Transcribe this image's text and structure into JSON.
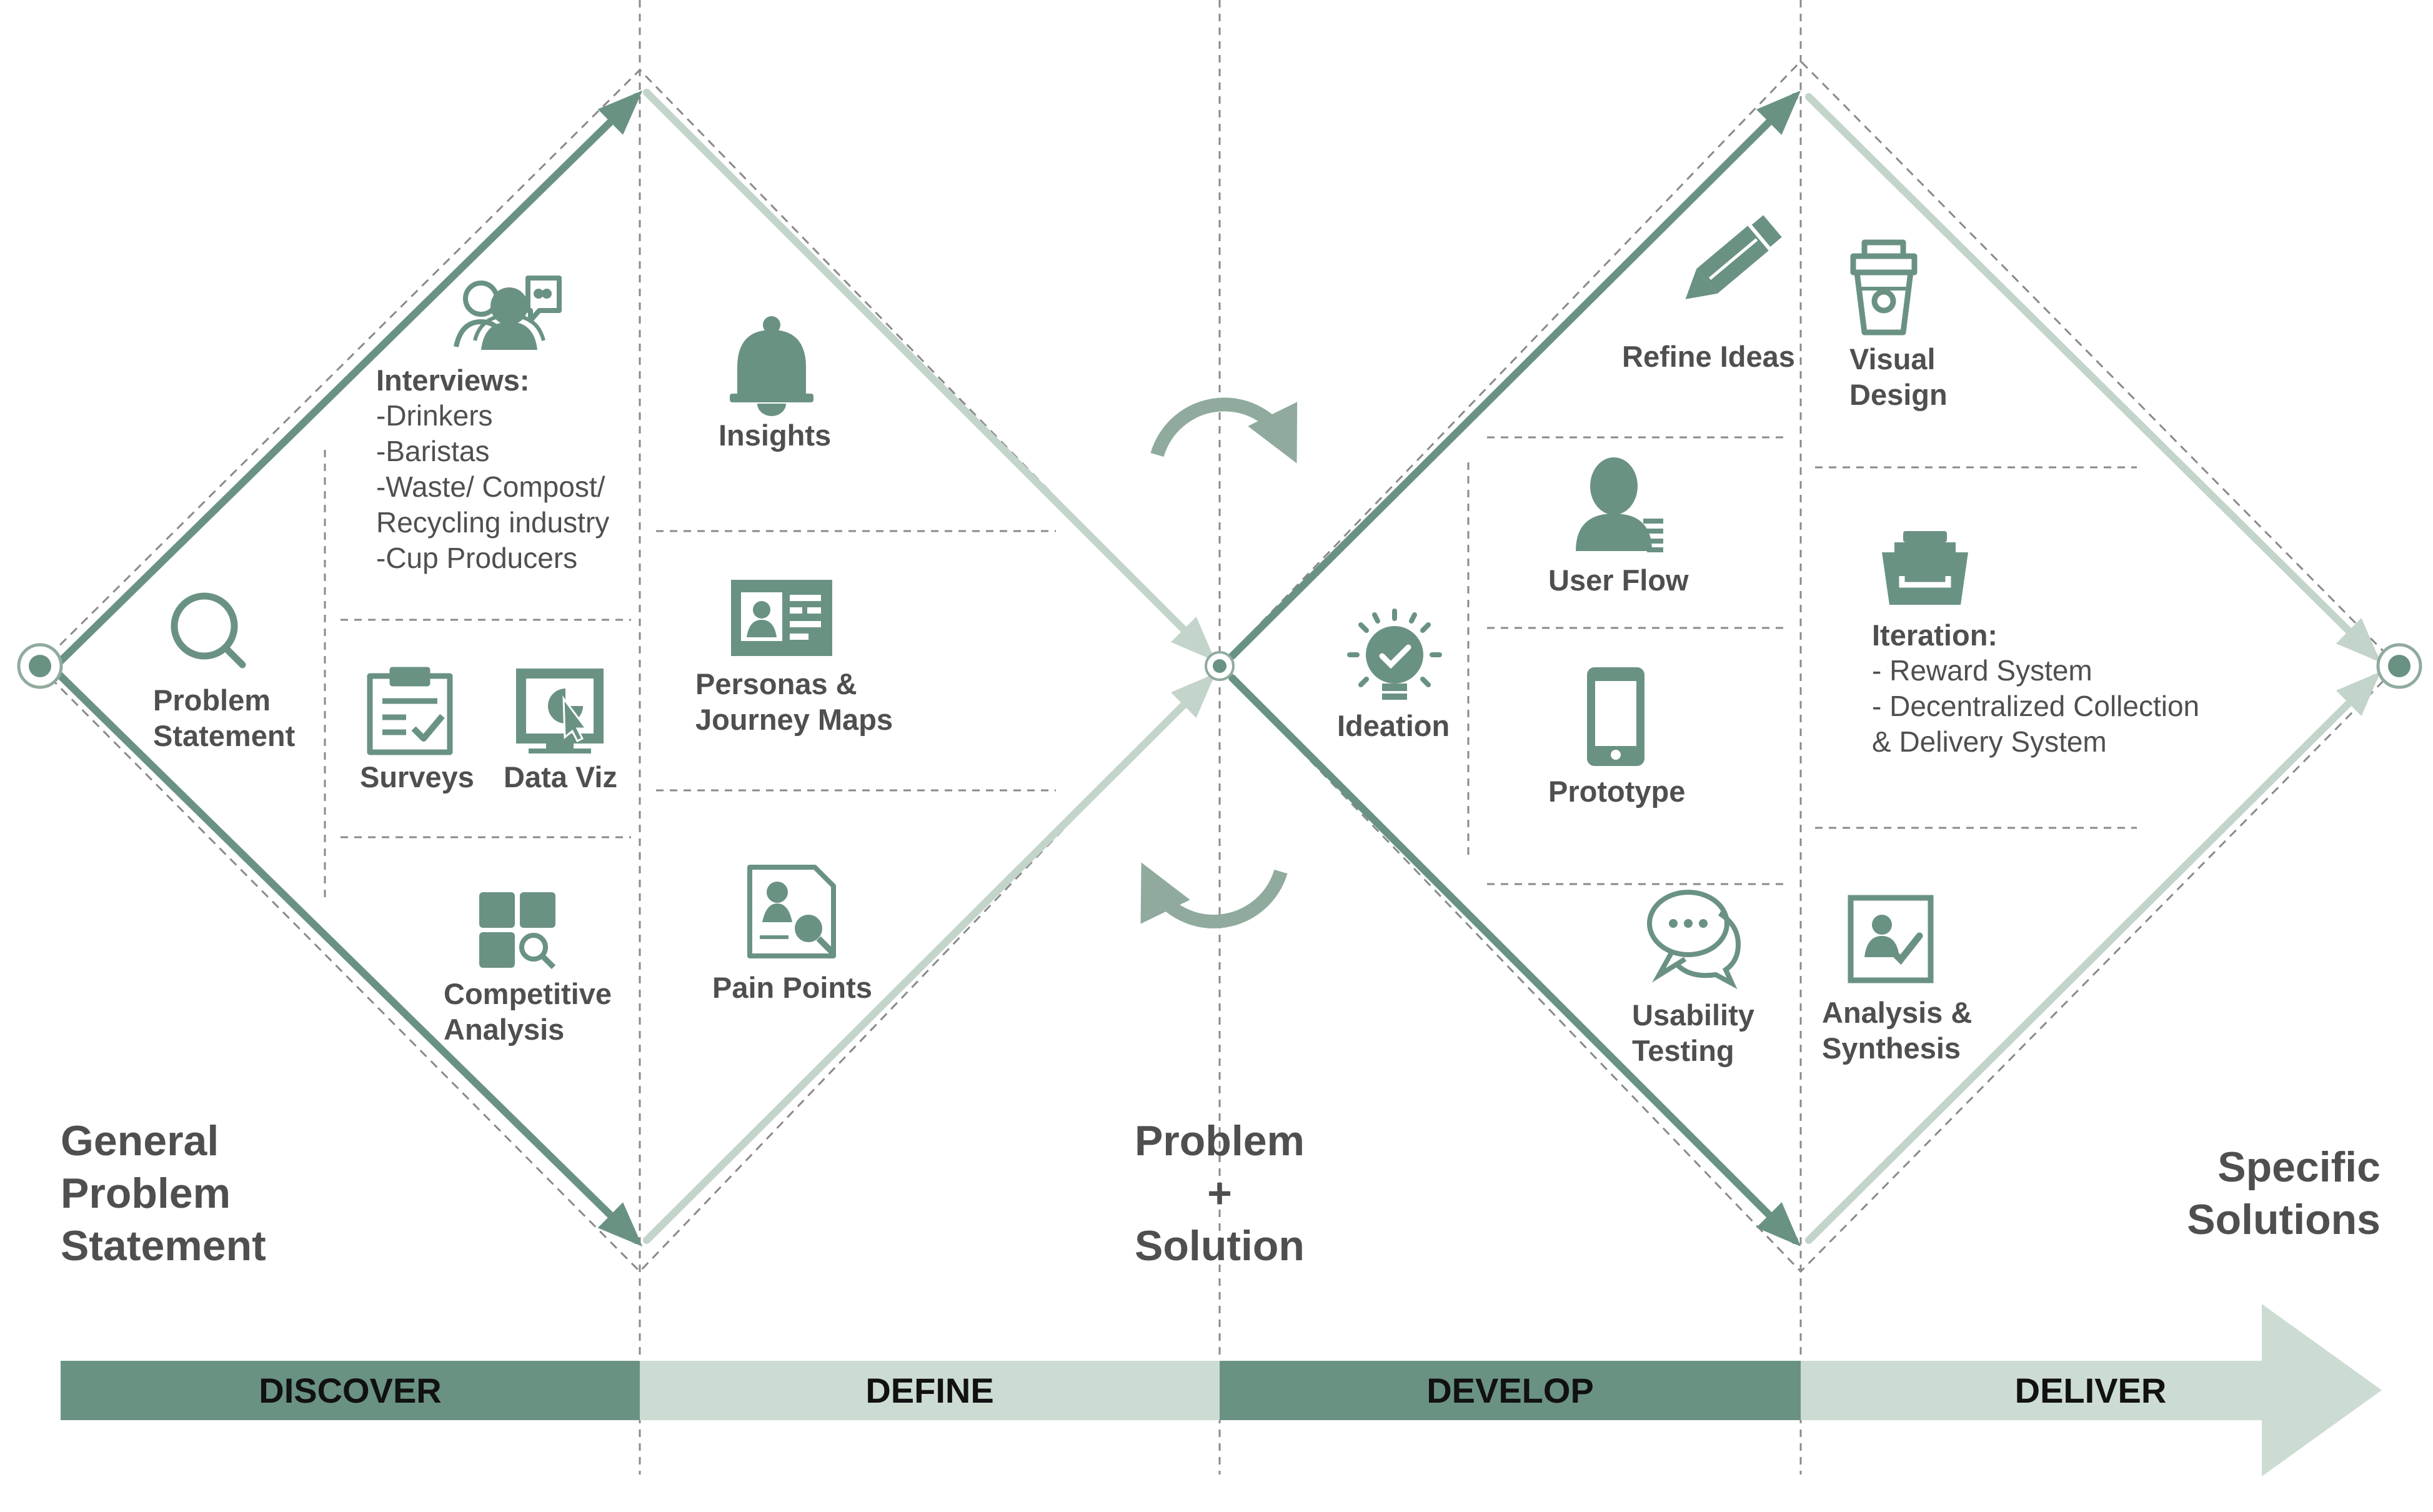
{
  "colors": {
    "dark": "#6a9283",
    "light": "#c9d9d0",
    "mid": "#90ab9e",
    "text": "#4f4f4f",
    "dash": "#888888"
  },
  "labels": {
    "general_problem": [
      "General",
      "Problem",
      "Statement"
    ],
    "problem_solution": [
      "Problem",
      "+",
      "Solution"
    ],
    "specific_solutions": [
      "Specific",
      "Solutions"
    ]
  },
  "discover": {
    "interviews": {
      "title": "Interviews:",
      "items": [
        "-Drinkers",
        "-Baristas",
        "-Waste/ Compost/",
        "Recycling industry",
        "-Cup Producers"
      ]
    },
    "problem_statement": [
      "Problem",
      "Statement"
    ],
    "surveys": "Surveys",
    "data_viz": "Data Viz",
    "competitive_analysis": [
      "Competitive",
      "Analysis"
    ]
  },
  "define": {
    "insights": "Insights",
    "personas": [
      "Personas &",
      "Journey Maps"
    ],
    "pain_points": "Pain Points"
  },
  "develop": {
    "refine_ideas": "Refine Ideas",
    "user_flow": "User Flow",
    "ideation": "Ideation",
    "prototype": "Prototype",
    "usability_testing": [
      "Usability",
      "Testing"
    ]
  },
  "deliver": {
    "visual_design": [
      "Visual",
      "Design"
    ],
    "iteration": {
      "title": "Iteration:",
      "items": [
        "- Reward System",
        "- Decentralized Collection",
        "& Delivery System"
      ]
    },
    "analysis": [
      "Analysis &",
      "Synthesis"
    ]
  },
  "phases": [
    "DISCOVER",
    "DEFINE",
    "DEVELOP",
    "DELIVER"
  ],
  "icons": [
    "interview-icon",
    "magnifier-icon",
    "survey-clipboard-icon",
    "data-viz-monitor-icon",
    "competitive-grid-icon",
    "bell-icon",
    "persona-card-icon",
    "pain-points-icon",
    "refresh-cycle-icon",
    "pencil-icon",
    "user-flow-icon",
    "lightbulb-icon",
    "phone-icon",
    "chat-bubbles-icon",
    "coffee-cup-icon",
    "basket-icon",
    "analysis-check-icon"
  ]
}
